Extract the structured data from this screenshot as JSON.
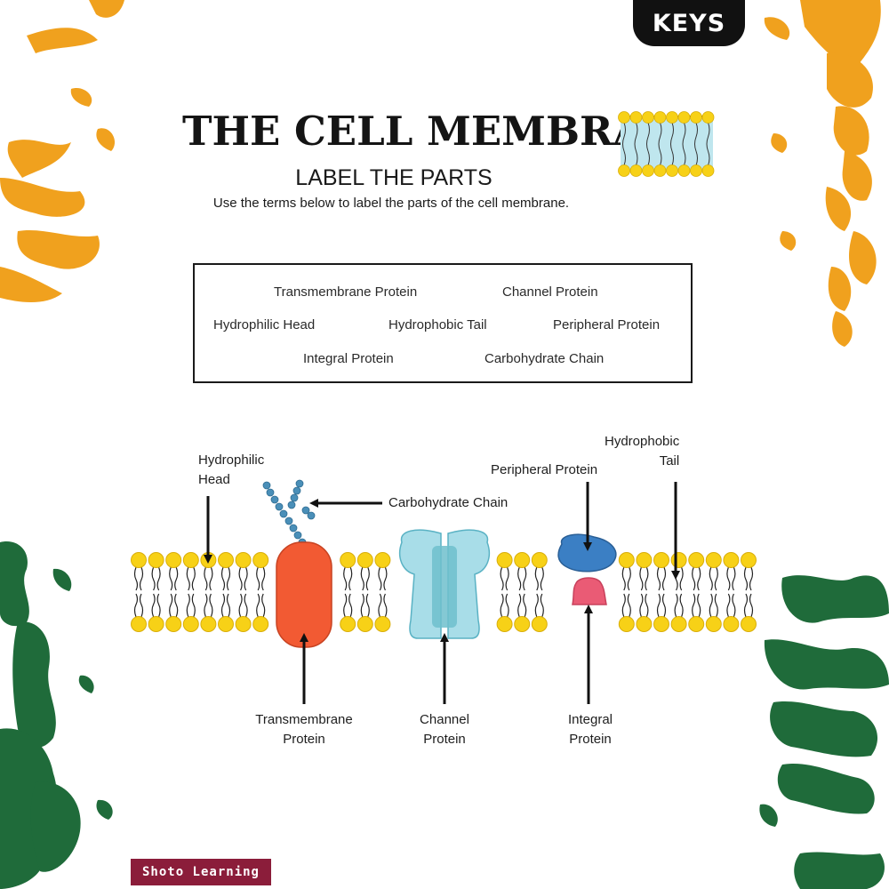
{
  "badge": {
    "text": "KEYS"
  },
  "header": {
    "title": "THE CELL MEMBRANE",
    "subtitle": "LABEL THE PARTS",
    "instructions": "Use the terms below to label the parts of the cell membrane."
  },
  "word_bank": {
    "terms": [
      "Transmembrane Protein",
      "Channel Protein",
      "Hydrophilic Head",
      "Hydrophobic Tail",
      "Peripheral Protein",
      "Integral Protein",
      "Carbohydrate Chain"
    ]
  },
  "diagram": {
    "labels": {
      "hydrophilic_head_1": "Hydrophilic",
      "hydrophilic_head_2": "Head",
      "carbohydrate_chain": "Carbohydrate Chain",
      "peripheral_protein": "Peripheral Protein",
      "hydrophobic_tail_1": "Hydrophobic",
      "hydrophobic_tail_2": "Tail",
      "transmembrane_protein_1": "Transmembrane",
      "transmembrane_protein_2": "Protein",
      "channel_protein_1": "Channel",
      "channel_protein_2": "Protein",
      "integral_protein_1": "Integral",
      "integral_protein_2": "Protein"
    },
    "colors": {
      "phospholipid_head": "#f7d117",
      "transmembrane_protein": "#f25a33",
      "channel_protein": "#a8dde8",
      "peripheral_protein": "#3b7fc4",
      "integral_protein": "#ea5b75",
      "carbohydrate": "#4a8fb8"
    }
  },
  "footer": {
    "brand": "Shoto Learning"
  },
  "decoration": {
    "orange": "#f0a11e",
    "green": "#1f6b3a"
  }
}
